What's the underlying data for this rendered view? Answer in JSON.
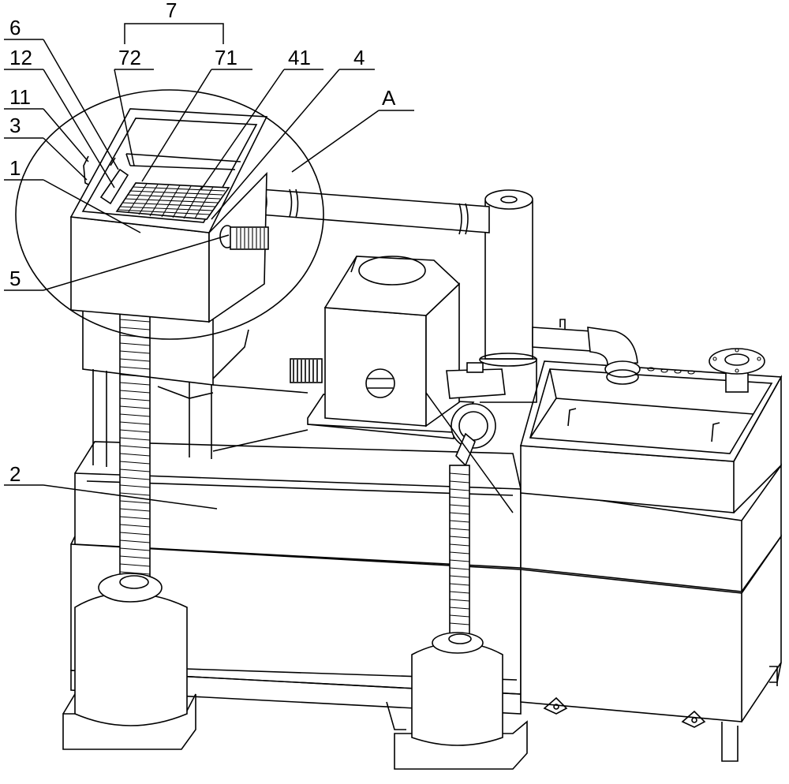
{
  "labels": {
    "group_7": "7",
    "l72": "72",
    "l71": "71",
    "l41": "41",
    "l4": "4",
    "lA": "A",
    "l6": "6",
    "l12": "12",
    "l11": "11",
    "l3": "3",
    "l1": "1",
    "l5": "5",
    "l2": "2"
  },
  "colors": {
    "line": "#000000",
    "background": "#ffffff"
  }
}
